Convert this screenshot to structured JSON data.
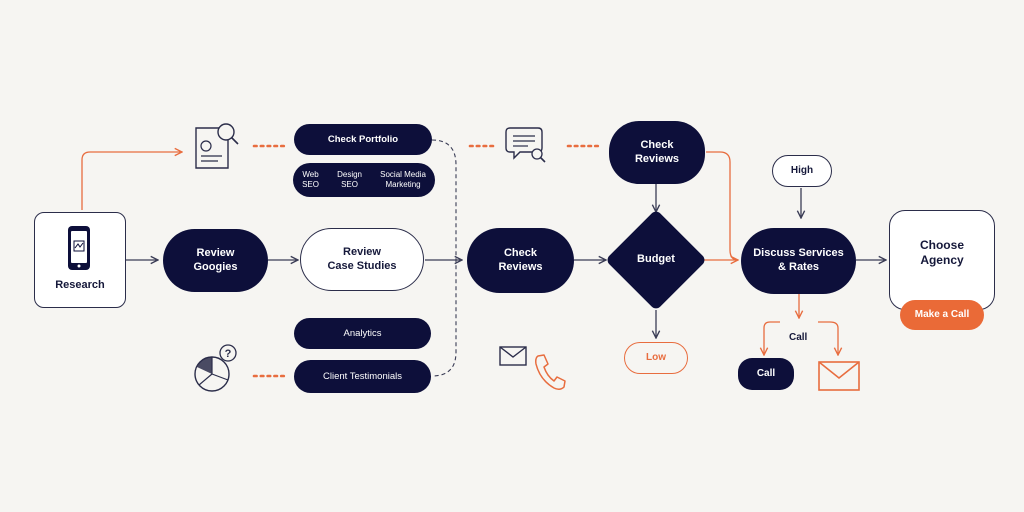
{
  "nodes": {
    "research": "Research",
    "review_googles": "Review\nGoogies",
    "check_portfolio": "Check Portfolio",
    "portfolio_sub": [
      "Web\nSEO",
      "Design\nSEO",
      "Social Media\nMarketing"
    ],
    "review_case_studies": "Review\nCase Studies",
    "analytics": "Analytics",
    "client_testimonials": "Client Testimonials",
    "check_reviews_mid": "Check\nReviews",
    "check_reviews_top": "Check\nReviews",
    "budget": "Budget",
    "low": "Low",
    "high": "High",
    "discuss": "Discuss Services\n& Rates",
    "call_label": "Call",
    "call_button": "Call",
    "choose_agency": "Choose\nAgency",
    "make_call": "Make a Call"
  },
  "colors": {
    "navy": "#0d0f3a",
    "orange": "#e86d3f",
    "background": "#f6f5f2"
  },
  "icons": [
    "phone-icon",
    "document-search-icon",
    "chat-search-icon",
    "pie-chart-question-icon",
    "envelope-icon",
    "phone-handset-icon"
  ]
}
